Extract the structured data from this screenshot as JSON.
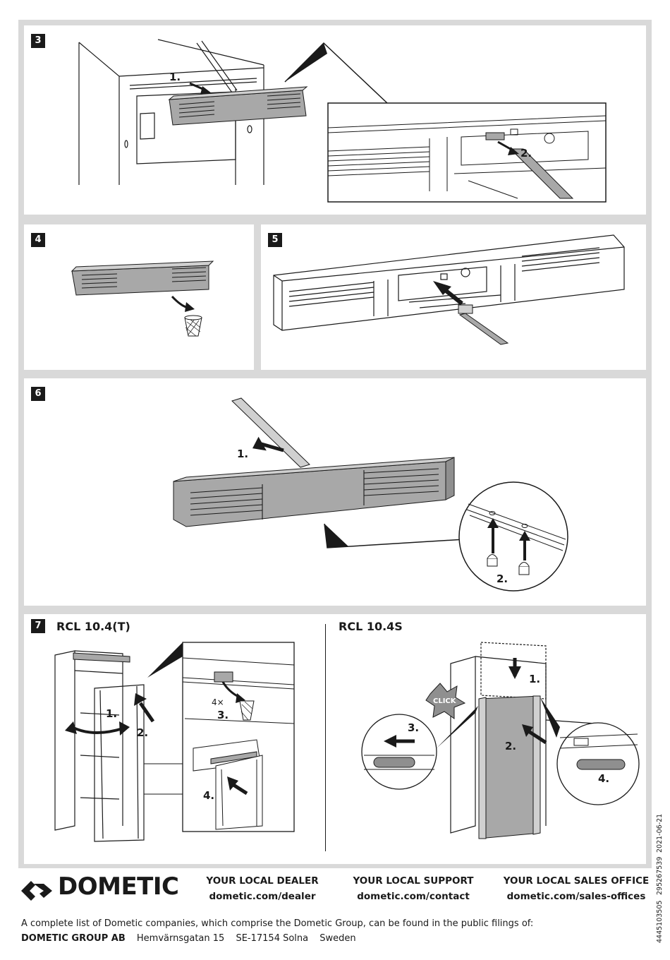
{
  "steps": {
    "s3": {
      "number": "3",
      "labels": [
        "1.",
        "2."
      ]
    },
    "s4": {
      "number": "4"
    },
    "s5": {
      "number": "5"
    },
    "s6": {
      "number": "6",
      "labels": [
        "1.",
        "2."
      ]
    },
    "s7": {
      "number": "7",
      "left_title": "RCL 10.4(T)",
      "right_title": "RCL 10.4S",
      "left_labels": [
        "1.",
        "2.",
        "3.",
        "4.",
        "4×"
      ],
      "right_labels": [
        "1.",
        "2.",
        "3.",
        "4."
      ],
      "click_badge": "CLICK"
    }
  },
  "footer": {
    "brand": "DOMETIC",
    "dealer": {
      "heading": "YOUR LOCAL DEALER",
      "link": "dometic.com/dealer"
    },
    "support": {
      "heading": "YOUR LOCAL SUPPORT",
      "link": "dometic.com/contact"
    },
    "sales": {
      "heading": "YOUR LOCAL SALES OFFICE",
      "link": "dometic.com/sales-offices"
    },
    "legal_line": "A complete list of Dometic companies, which comprise the Dometic Group, can be found in the public filings of:",
    "company": "DOMETIC GROUP AB",
    "address": [
      "Hemvärnsgatan 15",
      "SE-17154 Solna",
      "Sweden"
    ]
  },
  "doc_codes": {
    "part": "4445103505",
    "ref": "295267539",
    "date": "2021-06-21"
  },
  "colors": {
    "panel_border": "#d9d9d9",
    "ink": "#1a1a1a",
    "part_grey": "#a8a8a8"
  }
}
